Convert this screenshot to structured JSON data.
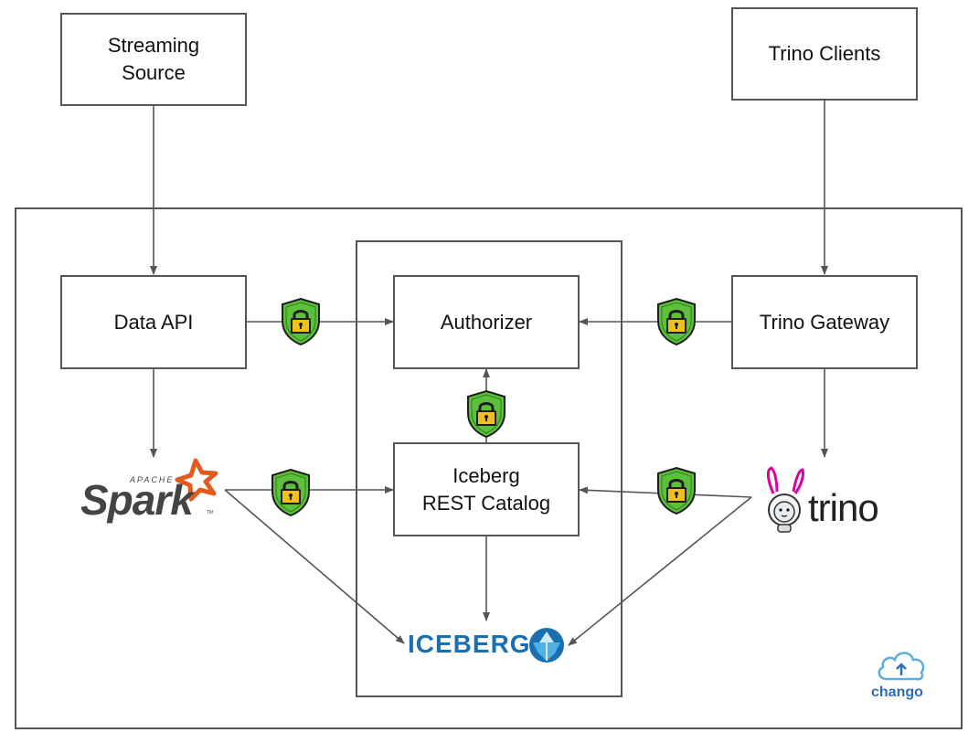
{
  "nodes": {
    "streaming_source": "Streaming\nSource",
    "trino_clients": "Trino Clients",
    "data_api": "Data API",
    "authorizer": "Authorizer",
    "trino_gateway": "Trino Gateway",
    "iceberg_rest_catalog": "Iceberg\nREST Catalog"
  },
  "logos": {
    "spark_small": "APACHE",
    "spark": "Spark",
    "spark_tm": "TM",
    "trino": "trino",
    "iceberg": "ICEBERG",
    "chango": "chango"
  },
  "icons": [
    "shield-lock-icon",
    "cloud-upload-icon",
    "iceberg-icon",
    "trino-bunny-icon",
    "spark-star-icon"
  ],
  "colors": {
    "border": "#555555",
    "arrow": "#555555",
    "shield_green": "#5cc03a",
    "lock_gold": "#f0c020",
    "spark_orange": "#e25a1c",
    "spark_gray": "#444444",
    "iceberg_blue": "#1a6fb0",
    "chango_blue": "#2d6fb7",
    "trino_pink": "#dd00a1"
  }
}
